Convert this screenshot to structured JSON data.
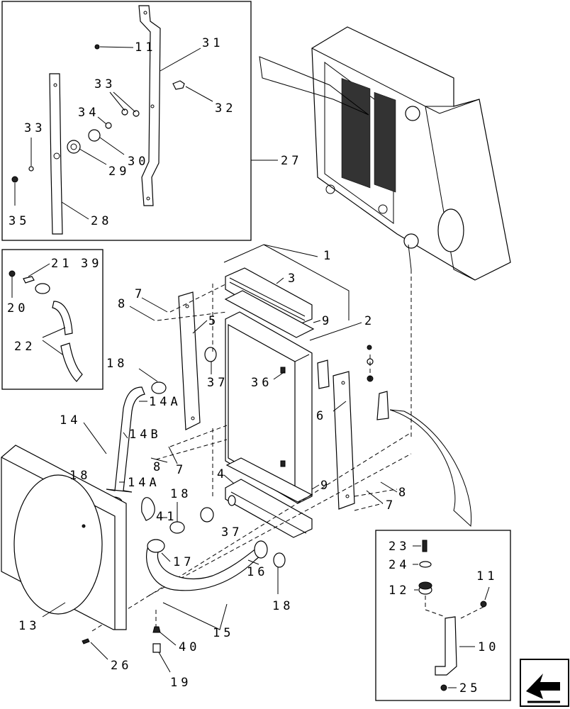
{
  "labels": {
    "l1": "1",
    "l2": "2",
    "l3": "3",
    "l4": "4",
    "l5": "5",
    "l6": "6",
    "l7a": "7",
    "l7b": "7",
    "l7c": "7",
    "l8a": "8",
    "l8b": "8",
    "l8c": "8",
    "l9a": "9",
    "l9b": "9",
    "l10": "10",
    "l11a": "11",
    "l11b": "11",
    "l12": "12",
    "l13": "13",
    "l14": "14",
    "l14a1": "14A",
    "l14b": "14B",
    "l14a2": "14A",
    "l15": "15",
    "l16": "16",
    "l17": "17",
    "l18a": "18",
    "l18b": "18",
    "l18c": "18",
    "l18d": "18",
    "l19": "19",
    "l20": "20",
    "l21": "21",
    "l22": "22",
    "l23": "23",
    "l24": "24",
    "l25": "25",
    "l26": "26",
    "l27": "27",
    "l28": "28",
    "l29": "29",
    "l30": "30",
    "l31": "31",
    "l32": "32",
    "l33a": "33",
    "l33b": "33",
    "l34": "34",
    "l35": "35",
    "l36": "36",
    "l37a": "37",
    "l37b": "37",
    "l39": "39",
    "l40": "40",
    "l41": "41"
  }
}
